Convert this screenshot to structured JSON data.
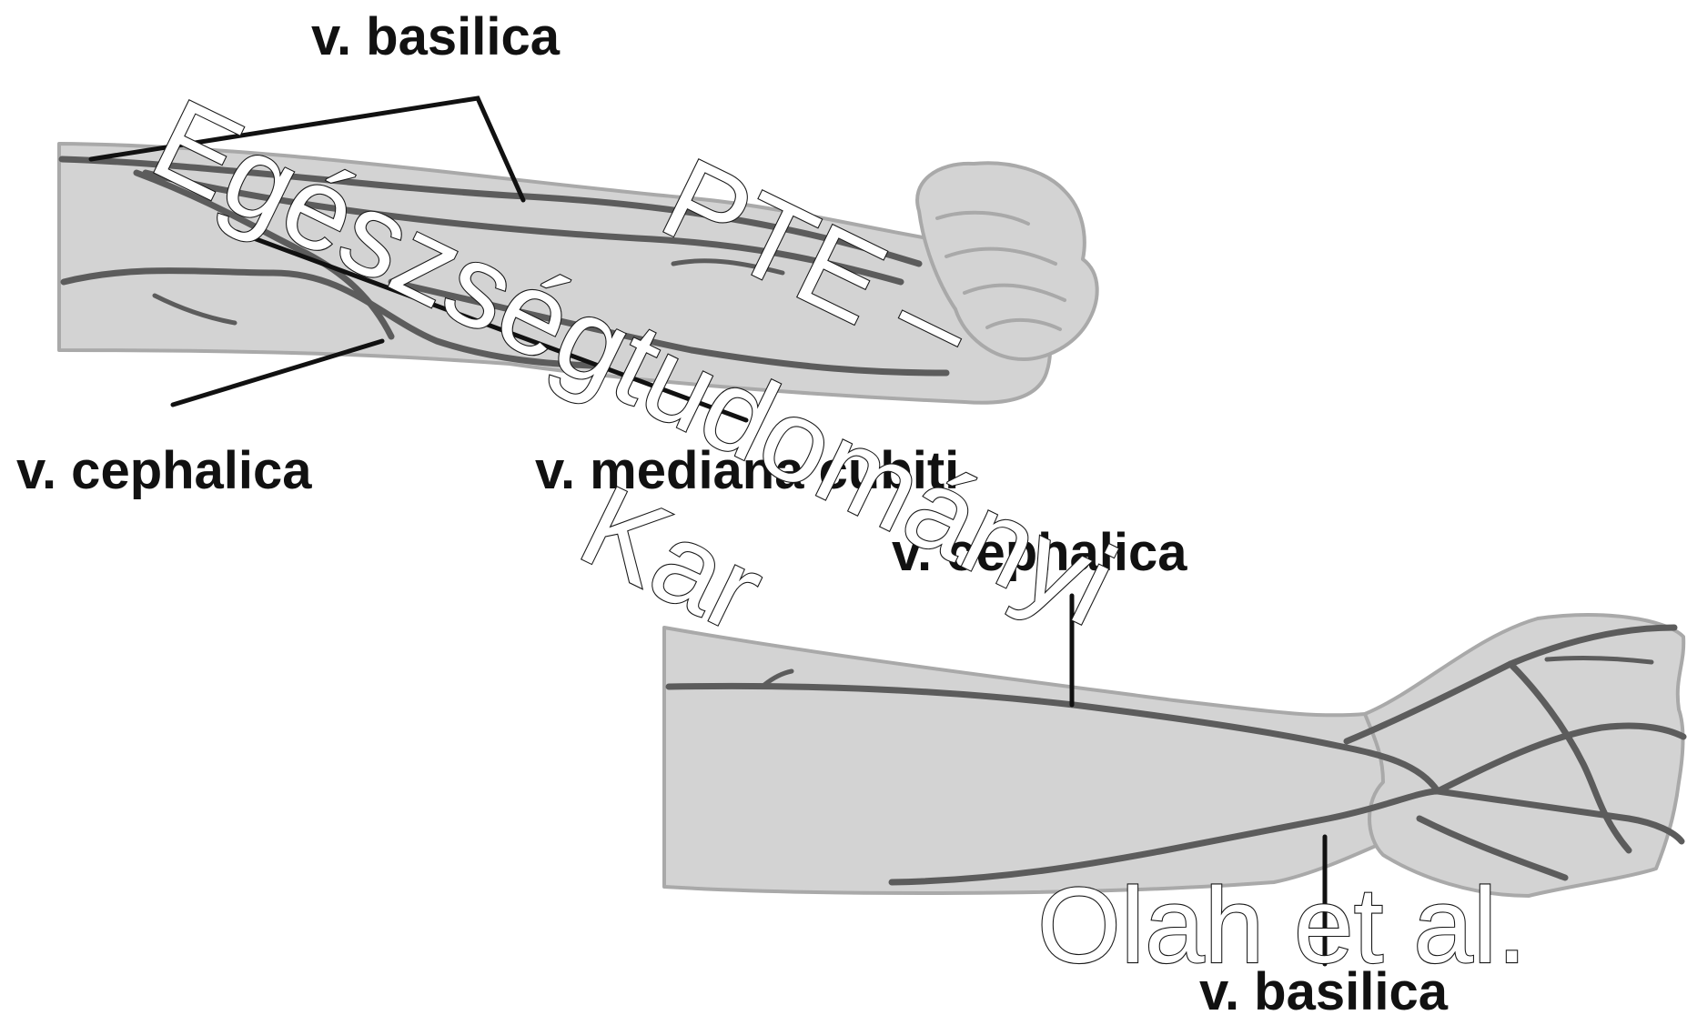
{
  "labels": {
    "upper_basilica": "v. basilica",
    "upper_cephalica": "v. cephalica",
    "mediana_cubiti": "v. mediana cubiti",
    "lower_cephalica": "v. cephalica",
    "lower_basilica": "v. basilica"
  },
  "watermarks": {
    "line1": "PTE –",
    "line2": "Egészségtudományi",
    "line3": "Kar",
    "credit": "Olah et al."
  },
  "colors": {
    "skin": "#d3d3d3",
    "skin_outline": "#a9a9a9",
    "vein": "#5c5c5c",
    "leader": "#111111"
  }
}
